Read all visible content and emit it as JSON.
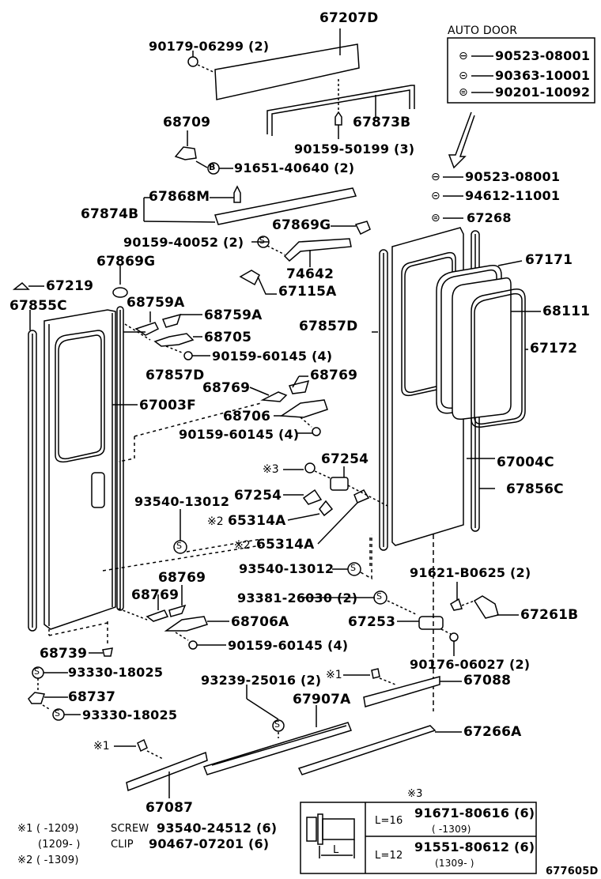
{
  "diagram_id": "677605D",
  "auto_door": {
    "title": "AUTO DOOR",
    "items": [
      {
        "icon": "nut-icon",
        "part": "90523-08001"
      },
      {
        "icon": "grommet-icon",
        "part": "90363-10001"
      },
      {
        "icon": "cushion-icon",
        "part": "90201-10092"
      }
    ]
  },
  "auto_door_target": [
    {
      "icon": "nut-icon",
      "part": "90523-08001"
    },
    {
      "icon": "grommet-icon",
      "part": "94612-11001"
    },
    {
      "icon": "cushion-icon",
      "part": "67268"
    }
  ],
  "labels": {
    "p67207D": "67207D",
    "p90179": "90179-06299 (2)",
    "p67873B": "67873B",
    "p68709": "68709",
    "p90159_50199": "90159-50199 (3)",
    "p91651": "91651-40640 (2)",
    "p67868M": "67868M",
    "p67874B": "67874B",
    "p67869G_a": "67869G",
    "p90159_40052": "90159-40052 (2)",
    "p74642": "74642",
    "p67869G_b": "67869G",
    "p67115A": "67115A",
    "p67219": "67219",
    "p67855C": "67855C",
    "p68759A_a": "68759A",
    "p68759A_b": "68759A",
    "p68705": "68705",
    "p90159_60145_a": "90159-60145 (4)",
    "p67857D_a": "67857D",
    "p67857D_b": "67857D",
    "p67003F": "67003F",
    "p68769_a": "68769",
    "p68769_b": "68769",
    "p68706": "68706",
    "p90159_60145_b": "90159-60145 (4)",
    "p67171": "67171",
    "p68111": "68111",
    "p67172": "67172",
    "p67004C": "67004C",
    "p67856C": "67856C",
    "p67254_a": "67254",
    "p67254_b": "67254",
    "p65314A_a": "65314A",
    "p65314A_b": "65314A",
    "p93540_13012_a": "93540-13012",
    "p93540_13012_b": "93540-13012",
    "p91621": "91621-B0625 (2)",
    "p68769_c": "68769",
    "p68769_d": "68769",
    "p93381": "93381-26030 (2)",
    "p68706A": "68706A",
    "p67253": "67253",
    "p67261B": "67261B",
    "p90159_60145_c": "90159-60145 (4)",
    "p90176": "90176-06027 (2)",
    "p68739": "68739",
    "p93330_a": "93330-18025",
    "p68737": "68737",
    "p93330_b": "93330-18025",
    "p93239": "93239-25016 (2)",
    "p67088": "67088",
    "p67907A": "67907A",
    "p67266A": "67266A",
    "p67087": "67087"
  },
  "markers": {
    "m3": "※3",
    "m2a": "※2",
    "m2b": "※2",
    "m1a": "※1",
    "m1b": "※1",
    "s_symbol": "S",
    "b_symbol": "B"
  },
  "notes": {
    "n1_mark": "※1",
    "n1_range": "(      -1209)",
    "n1_type": "SCREW",
    "n1_part": "93540-24512 (6)",
    "n1b_range": "(1209-      )",
    "n1b_type": "CLIP",
    "n1b_part": "90467-07201 (6)",
    "n2_mark": "※2",
    "n2_range": "(      -1309)"
  },
  "bolt_table": {
    "title": "※3",
    "length_label": "L",
    "rows": [
      {
        "length": "L=16",
        "part": "91671-80616 (6)",
        "range": "(      -1309)"
      },
      {
        "length": "L=12",
        "part": "91551-80612 (6)",
        "range": "(1309-      )"
      }
    ]
  }
}
